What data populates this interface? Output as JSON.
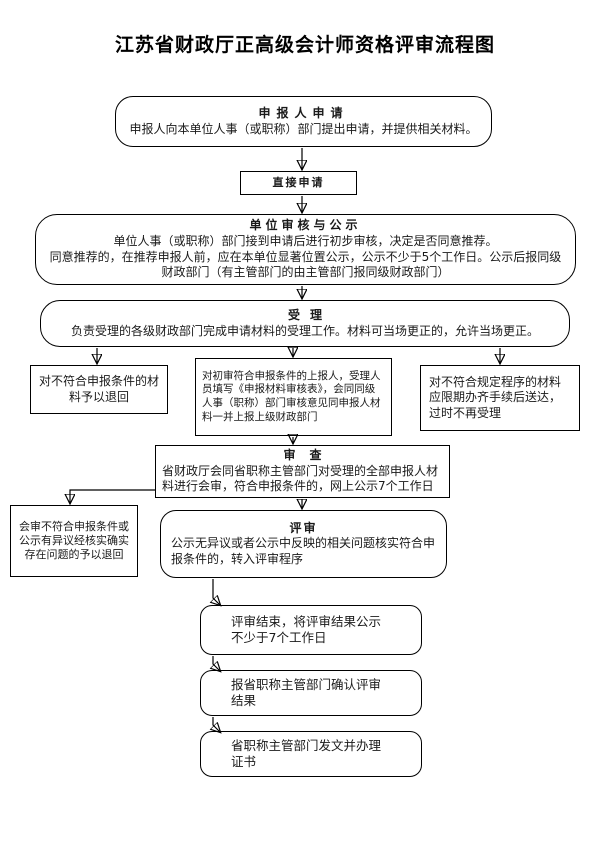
{
  "page": {
    "title": "江苏省财政厅正高级会计师资格评审流程图"
  },
  "flow": {
    "applicant": {
      "title": "申报人申请",
      "body": "申报人向本单位人事（或职称）部门提出申请，并提供相关材料。"
    },
    "direct_apply": {
      "label": "直接申请"
    },
    "unit_review": {
      "title": "单位审核与公示",
      "line1": "单位人事（或职称）部门接到申请后进行初步审核，决定是否同意推荐。",
      "line2": "同意推荐的，在推荐申报人前，应在本单位显著位置公示，公示不少于5个工作日。公示后报同级财政部门（有主管部门的由主管部门报同级财政部门）"
    },
    "acceptance": {
      "title": "受理",
      "body": "负责受理的各级财政部门完成申请材料的受理工作。材料可当场更正的，允许当场更正。"
    },
    "return_unqualified": {
      "body": "对不符合申报条件的材料予以退回"
    },
    "report_upward": {
      "body": "对初审符合申报条件的上报人，受理人员填写《申报材料审核表》，会同同级人事（职称）部门审核意见同申报人材料一并上报上级财政部门"
    },
    "return_procedure": {
      "body": "对不符合规定程序的材料应限期办齐手续后送达，过时不再受理"
    },
    "examination": {
      "title": "审查",
      "body": "省财政厅会同省职称主管部门对受理的全部申报人材料进行会审，符合申报条件的，网上公示7个工作日"
    },
    "examination_return": {
      "body": "会审不符合申报条件或公示有异议经核实确实存在问题的予以退回"
    },
    "evaluation": {
      "title": "评审",
      "body": "公示无异议或者公示中反映的相关问题核实符合申报条件的，转入评审程序"
    },
    "result_publicity": {
      "body": "评审结束，将评审结果公示不少于7个工作日"
    },
    "confirm_result": {
      "body": "报省职称主管部门确认评审结果"
    },
    "issue_certificate": {
      "body": "省职称主管部门发文并办理证书"
    }
  }
}
